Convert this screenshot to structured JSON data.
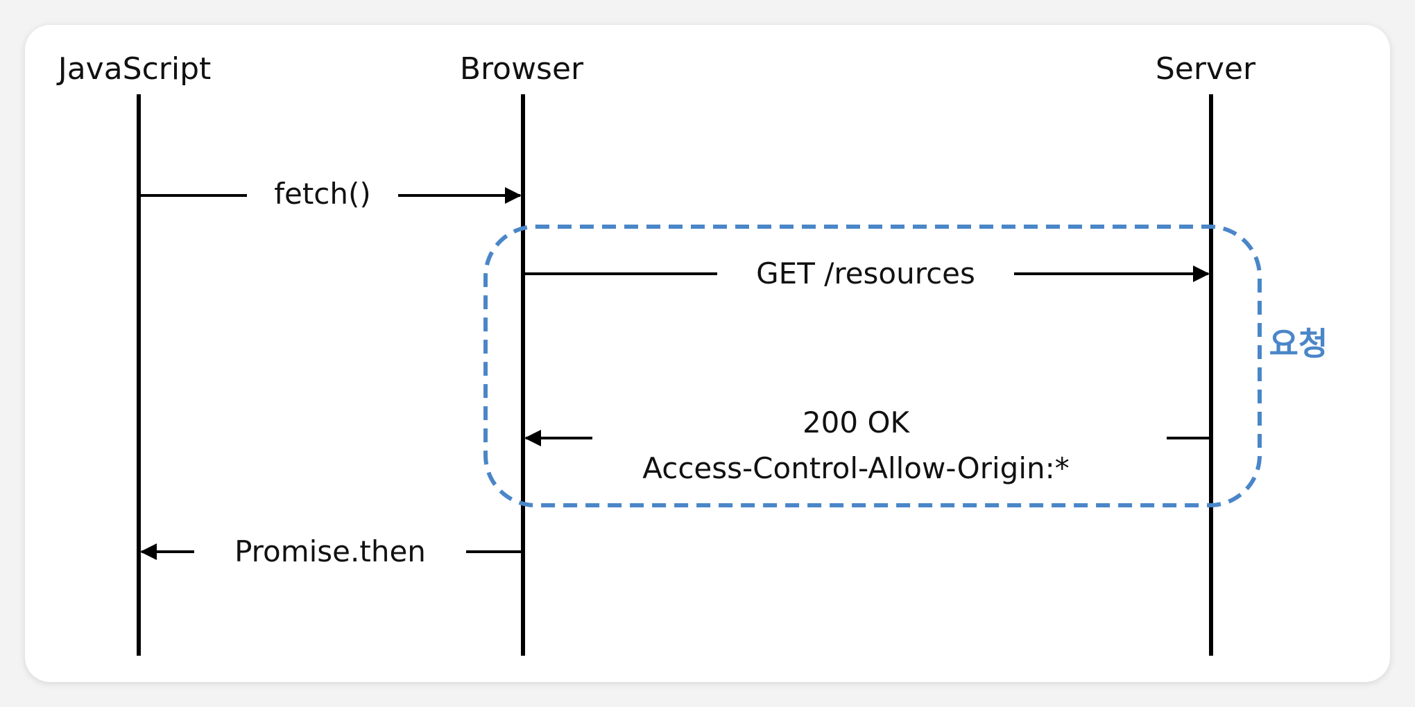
{
  "participants": {
    "javascript": "JavaScript",
    "browser": "Browser",
    "server": "Server"
  },
  "messages": {
    "fetch": "fetch()",
    "get_request": "GET /resources",
    "response_status": "200 OK",
    "response_header": "Access-Control-Allow-Origin:*",
    "promise_then": "Promise.then"
  },
  "group": {
    "label": "요청",
    "color": "#4a86c8"
  }
}
